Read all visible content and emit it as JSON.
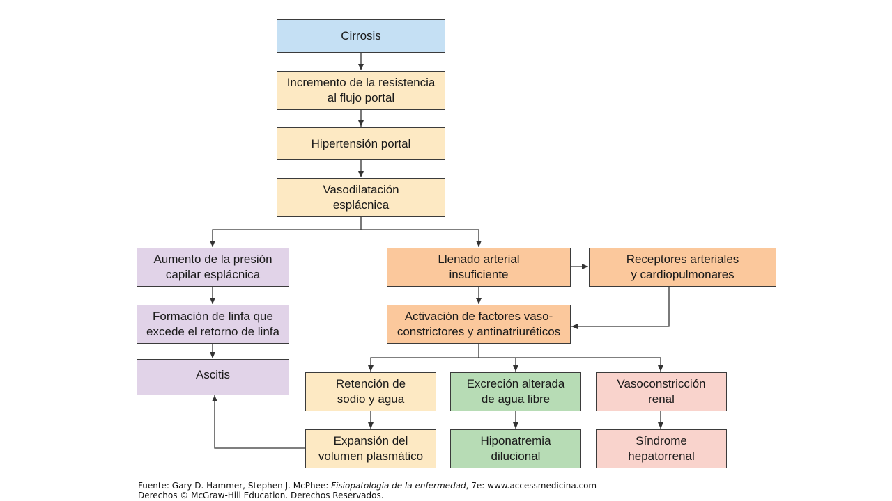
{
  "colors": {
    "blue": "#c5e0f4",
    "cream": "#fde9c3",
    "purple": "#e1d3e8",
    "orange": "#fbc89c",
    "green": "#b7dcb5",
    "pink": "#f9d3cc",
    "line": "#333333"
  },
  "nodes": {
    "cirrosis": "Cirrosis",
    "incremento": "Incremento de la resistencia\nal flujo portal",
    "hipertension": "Hipertensión portal",
    "vasodilatacion": "Vasodilatación\nesplácnica",
    "aumento": "Aumento de la presión\ncapilar esplácnica",
    "formacion": "Formación de linfa que\nexcede el retorno de linfa",
    "ascitis": "Ascitis",
    "llenado": "Llenado arterial\ninsuficiente",
    "receptores": "Receptores arteriales\ny cardiopulmonares",
    "activacion": "Activación de factores vaso-\nconstrictores y antinatriuréticos",
    "retencion": "Retención de\nsodio y agua",
    "excrecion": "Excreción alterada\nde agua libre",
    "vasoconstriccion": "Vasoconstricción\nrenal",
    "expansion": "Expansión del\nvolumen plasmático",
    "hiponatremia": "Hiponatremia\ndilucional",
    "sindrome": "Síndrome\nhepatorrenal"
  },
  "source": {
    "prefix": "Fuente: Gary D. Hammer, Stephen J. McPhee: ",
    "book": "Fisiopatología de la enfermedad",
    "suffix": ", 7e: www.accessmedicina.com",
    "rights": "Derechos © McGraw-Hill Education. Derechos Reservados."
  }
}
